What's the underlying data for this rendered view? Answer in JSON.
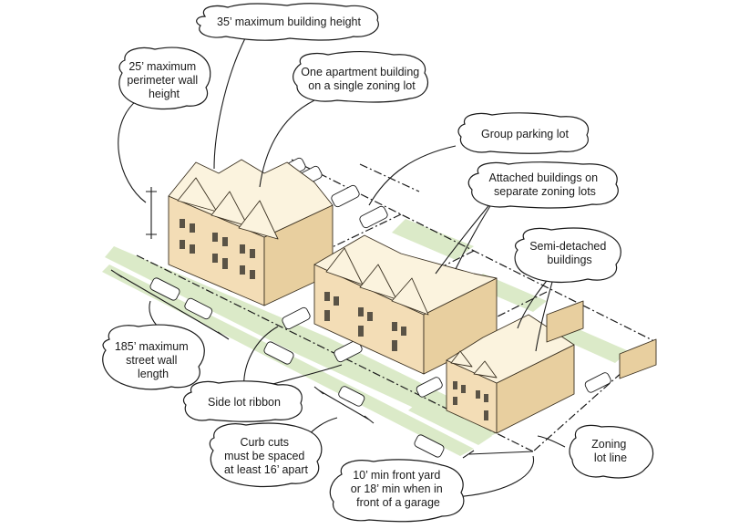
{
  "diagram": {
    "colors": {
      "building_wall": "#f3ddb6",
      "building_roof": "#fbf3de",
      "building_shade": "#e8cf9f",
      "lawn": "#dbeac8",
      "pavement": "#ffffff",
      "outline": "#1a1a1a"
    },
    "callouts": [
      {
        "id": "max-height",
        "lines": [
          "35’ maximum building height"
        ]
      },
      {
        "id": "perimeter-wall",
        "lines": [
          "25’ maximum",
          "perimeter wall",
          "height"
        ]
      },
      {
        "id": "one-apartment",
        "lines": [
          "One apartment building",
          "on a single zoning lot"
        ]
      },
      {
        "id": "group-parking",
        "lines": [
          "Group parking lot"
        ]
      },
      {
        "id": "attached-buildings",
        "lines": [
          "Attached buildings on",
          "separate zoning lots"
        ]
      },
      {
        "id": "semi-detached",
        "lines": [
          "Semi-detached",
          "buildings"
        ]
      },
      {
        "id": "street-wall",
        "lines": [
          "185’ maximum",
          "street wall",
          "length"
        ]
      },
      {
        "id": "side-lot-ribbon",
        "lines": [
          "Side lot ribbon"
        ]
      },
      {
        "id": "curb-cuts",
        "lines": [
          "Curb cuts",
          "must be spaced",
          "at least 16’ apart"
        ]
      },
      {
        "id": "zoning-lot-line",
        "lines": [
          "Zoning",
          "lot line"
        ]
      },
      {
        "id": "front-yard",
        "lines": [
          "10’ min front yard",
          "or 18’ min when in",
          "front of a garage"
        ]
      }
    ]
  }
}
